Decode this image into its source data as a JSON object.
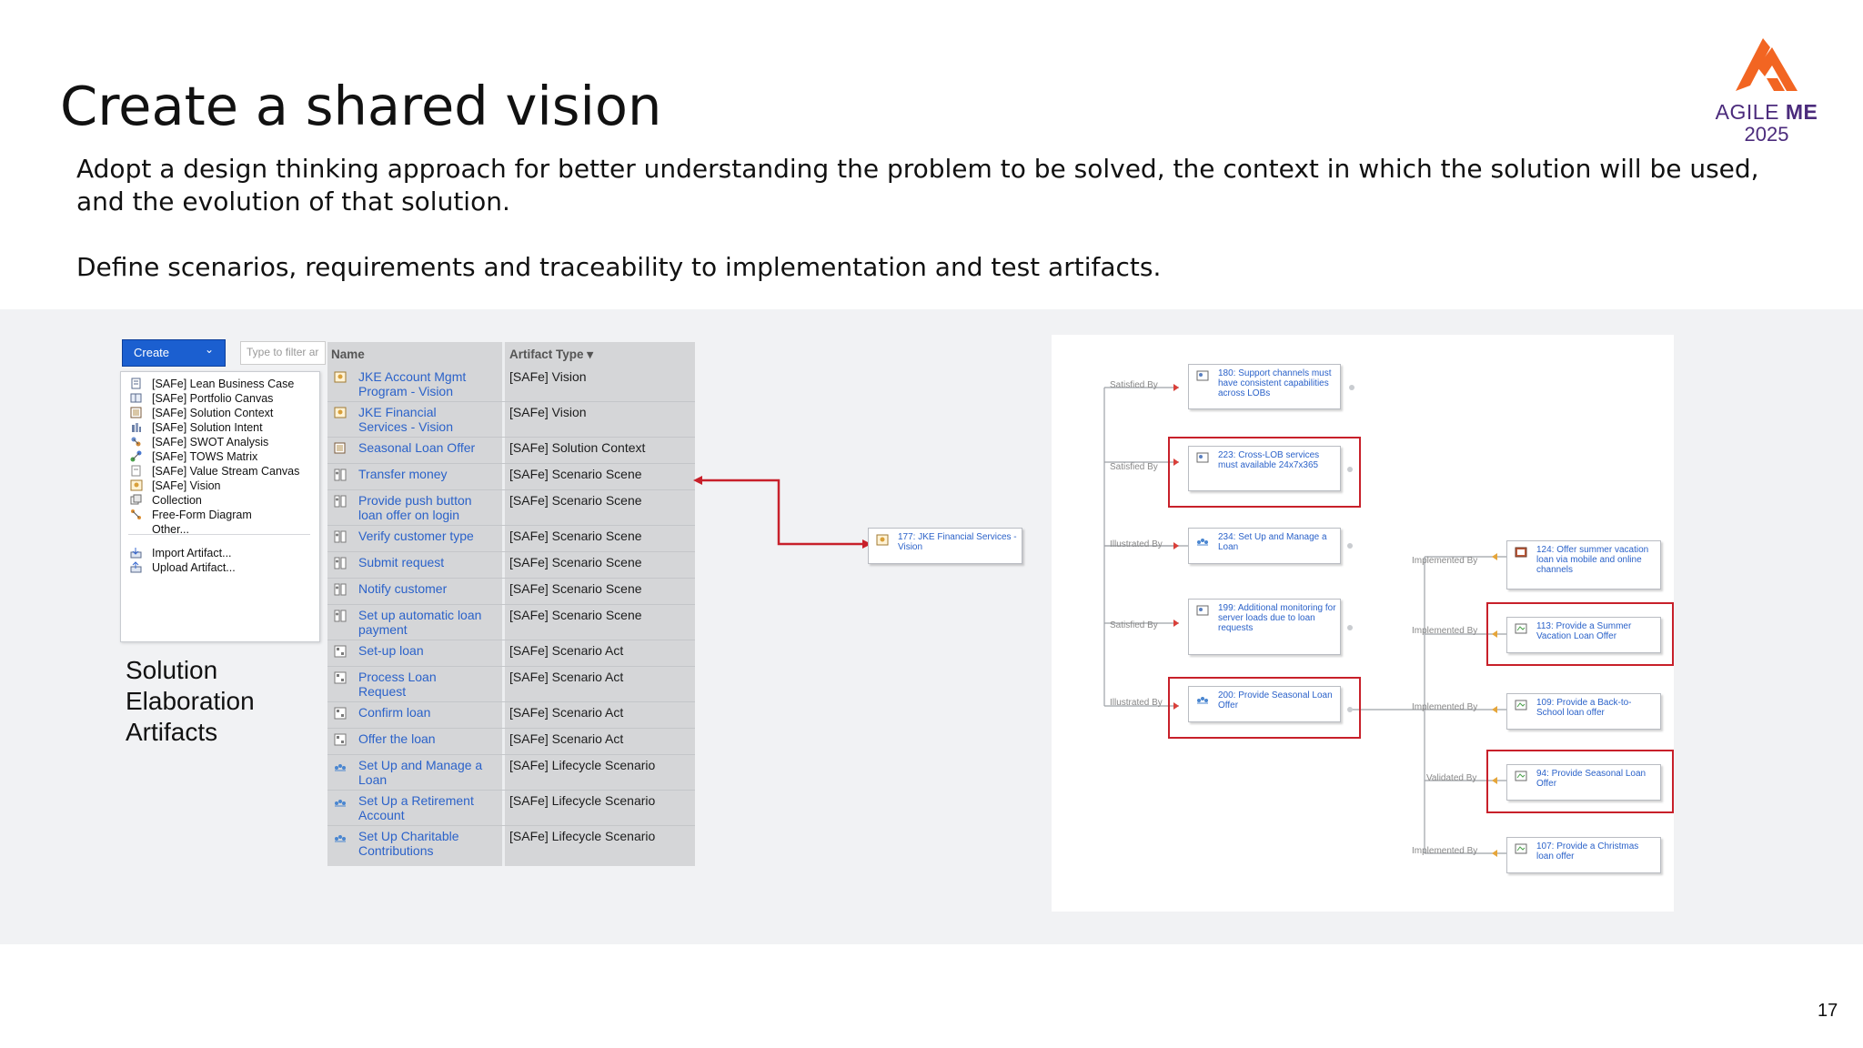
{
  "slide": {
    "title": "Create a shared vision",
    "paragraph1": "Adopt a design thinking approach for better understanding the problem to be solved, the context in which the solution will be  used, and the evolution of that solution.",
    "paragraph2": "Define scenarios, requirements and traceability to implementation and test artifacts.",
    "page_number": "17"
  },
  "logo": {
    "brand_prefix": "AGILE ",
    "brand_bold": "ME",
    "year": "2025",
    "accent_color": "#f26522",
    "text_color": "#4b2b7c"
  },
  "create_menu": {
    "button_label": "Create",
    "filter_placeholder": "Type to filter ar",
    "items": [
      {
        "label": "[SAFe] Lean Business Case",
        "icon": "document-icon"
      },
      {
        "label": "[SAFe] Portfolio Canvas",
        "icon": "canvas-icon"
      },
      {
        "label": "[SAFe] Solution Context",
        "icon": "context-icon"
      },
      {
        "label": "[SAFe] Solution Intent",
        "icon": "intent-icon"
      },
      {
        "label": "[SAFe] SWOT Analysis",
        "icon": "swot-icon"
      },
      {
        "label": "[SAFe] TOWS Matrix",
        "icon": "tows-icon"
      },
      {
        "label": "[SAFe] Value Stream Canvas",
        "icon": "value-stream-icon"
      },
      {
        "label": "[SAFe] Vision",
        "icon": "vision-icon"
      },
      {
        "label": "Collection",
        "icon": "collection-icon"
      },
      {
        "label": "Free-Form Diagram",
        "icon": "diagram-icon"
      },
      {
        "label": "Other...",
        "icon": ""
      },
      {
        "label": "Import Artifact...",
        "icon": "import-icon"
      },
      {
        "label": "Upload Artifact...",
        "icon": "upload-icon"
      }
    ]
  },
  "side_label": [
    "Solution",
    "Elaboration",
    "Artifacts"
  ],
  "artifact_table": {
    "headers": [
      "Name",
      "Artifact Type ▾"
    ],
    "rows": [
      {
        "name": [
          "JKE Account Mgmt",
          "Program - Vision"
        ],
        "type": "[SAFe] Vision",
        "icon": "vision-icon"
      },
      {
        "name": [
          "JKE Financial",
          "Services - Vision"
        ],
        "type": "[SAFe] Vision",
        "icon": "vision-icon"
      },
      {
        "name": [
          "Seasonal Loan Offer"
        ],
        "type": "[SAFe] Solution Context",
        "icon": "context-icon"
      },
      {
        "name": [
          "Transfer money"
        ],
        "type": "[SAFe] Scenario Scene",
        "icon": "scene-icon"
      },
      {
        "name": [
          "Provide push button",
          "loan offer on login"
        ],
        "type": "[SAFe] Scenario Scene",
        "icon": "scene-icon"
      },
      {
        "name": [
          "Verify customer type"
        ],
        "type": "[SAFe] Scenario Scene",
        "icon": "scene-icon"
      },
      {
        "name": [
          "Submit request"
        ],
        "type": "[SAFe] Scenario Scene",
        "icon": "scene-icon"
      },
      {
        "name": [
          "Notify customer"
        ],
        "type": "[SAFe] Scenario Scene",
        "icon": "scene-icon"
      },
      {
        "name": [
          "Set up automatic loan",
          "payment"
        ],
        "type": "[SAFe] Scenario Scene",
        "icon": "scene-icon"
      },
      {
        "name": [
          "Set-up loan"
        ],
        "type": "[SAFe] Scenario Act",
        "icon": "act-icon"
      },
      {
        "name": [
          "Process Loan",
          "Request"
        ],
        "type": "[SAFe] Scenario Act",
        "icon": "act-icon"
      },
      {
        "name": [
          "Confirm loan"
        ],
        "type": "[SAFe] Scenario Act",
        "icon": "act-icon"
      },
      {
        "name": [
          "Offer the loan"
        ],
        "type": "[SAFe] Scenario Act",
        "icon": "act-icon"
      },
      {
        "name": [
          "Set Up and Manage a",
          "Loan"
        ],
        "type": "[SAFe] Lifecycle Scenario",
        "icon": "lifecycle-icon"
      },
      {
        "name": [
          "Set Up a Retirement",
          "Account"
        ],
        "type": "[SAFe] Lifecycle Scenario",
        "icon": "lifecycle-icon"
      },
      {
        "name": [
          "Set Up Charitable",
          "Contributions"
        ],
        "type": "[SAFe] Lifecycle Scenario",
        "icon": "lifecycle-icon"
      }
    ]
  },
  "traceability": {
    "root": {
      "text": "177: JKE Financial Services - Vision"
    },
    "level1": [
      {
        "edge": "Satisfied By",
        "text": "180: Support channels must have consistent capabilities across LOBs",
        "highlight": false
      },
      {
        "edge": "Satisfied By",
        "text": "223: Cross-LOB services must available 24x7x365",
        "highlight": true
      },
      {
        "edge": "Illustrated By",
        "text": "234: Set Up and Manage a Loan",
        "highlight": false
      },
      {
        "edge": "Satisfied By",
        "text": "199: Additional monitoring for server loads due to loan requests",
        "highlight": false
      },
      {
        "edge": "Illustrated By",
        "text": "200: Provide Seasonal Loan Offer",
        "highlight": true
      }
    ],
    "level2": [
      {
        "edge": "Implemented By",
        "text": "124: Offer summer vacation loan via mobile and online channels",
        "highlight": false
      },
      {
        "edge": "Implemented By",
        "text": "113: Provide a Summer Vacation Loan Offer",
        "highlight": true
      },
      {
        "edge": "Implemented By",
        "text": "109: Provide a Back-to-School loan offer",
        "highlight": false
      },
      {
        "edge": "Validated By",
        "text": "94: Provide Seasonal Loan Offer",
        "highlight": true
      },
      {
        "edge": "Implemented By",
        "text": "107: Provide a Christmas loan offer",
        "highlight": false
      }
    ],
    "highlight_color": "#c8202a",
    "arrow_color": "#c8202a"
  }
}
